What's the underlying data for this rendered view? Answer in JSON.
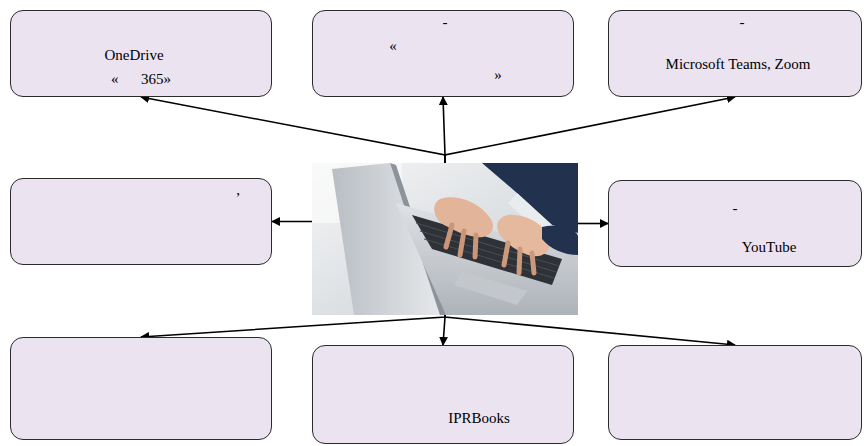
{
  "diagram": {
    "nodes": [
      {
        "text": [
          "OneDrive",
          "«      365»"
        ]
      },
      {
        "text": [
          "-",
          "«",
          "»"
        ]
      },
      {
        "text": [
          "-",
          "Microsoft Teams, Zoom"
        ]
      },
      {
        "text": [
          ","
        ]
      },
      {
        "text": []
      },
      {
        "text": [
          "-",
          "YouTube"
        ]
      },
      {
        "text": []
      },
      {
        "text": [
          "IPRBooks"
        ]
      },
      {
        "text": []
      }
    ],
    "edges": [
      {
        "from": 4,
        "to": 0,
        "arrow": "to"
      },
      {
        "from": 4,
        "to": 1,
        "arrow": "to"
      },
      {
        "from": 4,
        "to": 2,
        "arrow": "to"
      },
      {
        "from": 4,
        "to": 3,
        "arrow": "to"
      },
      {
        "from": 4,
        "to": 5,
        "arrow": "to"
      },
      {
        "from": 4,
        "to": 6,
        "arrow": "to"
      },
      {
        "from": 4,
        "to": 7,
        "arrow": "to"
      },
      {
        "from": 4,
        "to": 8,
        "arrow": "to"
      }
    ]
  }
}
